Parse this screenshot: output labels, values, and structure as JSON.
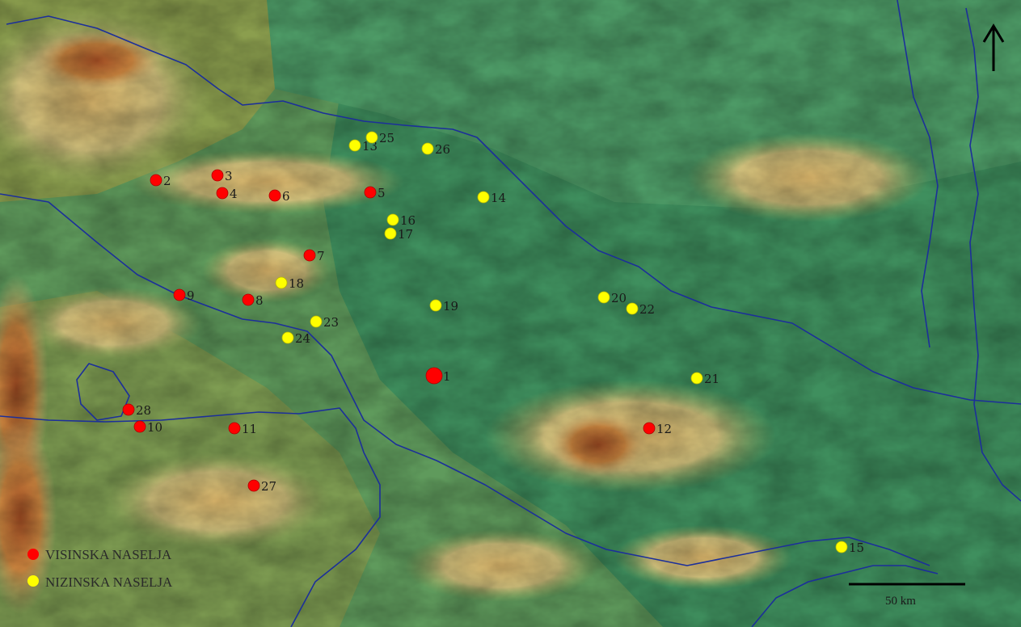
{
  "map": {
    "colors": {
      "upland": "#7a8f3a",
      "lowland": "#3f8f5e",
      "hills": "#d8c68a",
      "mountains": "#a5582d",
      "border": "#1c2f9a",
      "high_settlement": "#ff0000",
      "low_settlement": "#ffff00"
    },
    "sites": [
      {
        "label": "1",
        "type": "high"
      },
      {
        "label": "2",
        "type": "high"
      },
      {
        "label": "3",
        "type": "high"
      },
      {
        "label": "4",
        "type": "high"
      },
      {
        "label": "5",
        "type": "high"
      },
      {
        "label": "6",
        "type": "high"
      },
      {
        "label": "7",
        "type": "high"
      },
      {
        "label": "8",
        "type": "high"
      },
      {
        "label": "9",
        "type": "high"
      },
      {
        "label": "10",
        "type": "high"
      },
      {
        "label": "11",
        "type": "high"
      },
      {
        "label": "12",
        "type": "high"
      },
      {
        "label": "13",
        "type": "low"
      },
      {
        "label": "14",
        "type": "low"
      },
      {
        "label": "15",
        "type": "low"
      },
      {
        "label": "16",
        "type": "low"
      },
      {
        "label": "17",
        "type": "low"
      },
      {
        "label": "18",
        "type": "low"
      },
      {
        "label": "19",
        "type": "low"
      },
      {
        "label": "20",
        "type": "low"
      },
      {
        "label": "21",
        "type": "low"
      },
      {
        "label": "22",
        "type": "low"
      },
      {
        "label": "23",
        "type": "low"
      },
      {
        "label": "24",
        "type": "low"
      },
      {
        "label": "25",
        "type": "low"
      },
      {
        "label": "26",
        "type": "low"
      },
      {
        "label": "27",
        "type": "high"
      },
      {
        "label": "28",
        "type": "high"
      }
    ],
    "north_arrow": "north-arrow-icon"
  },
  "legend": {
    "high": "VISINSKA NASELJA",
    "low": "NIZINSKA NASELJA"
  },
  "scale": {
    "label": "50 km"
  }
}
